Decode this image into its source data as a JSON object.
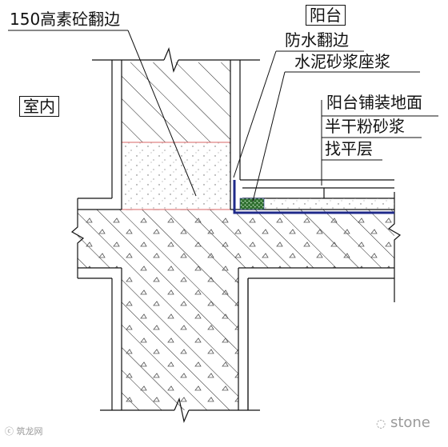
{
  "labels": {
    "top_left": "150高素砼翻边",
    "indoor": "室内",
    "balcony": "阳台",
    "waterproof_upturn": "防水翻边",
    "cement_mortar_bed": "水泥砂浆座浆",
    "balcony_paving": "阳台铺装地面",
    "dry_mortar": "半干粉砂浆",
    "leveling_layer": "找平层"
  },
  "watermarks": {
    "left": "ⓒ 筑龙网",
    "right": "stone"
  },
  "colors": {
    "line": "#111111",
    "waterproof": "#1f2a8a",
    "mortar_green": "#3f8f3f",
    "speckle": "#6a6a6a",
    "red_line": "#cc3333"
  }
}
